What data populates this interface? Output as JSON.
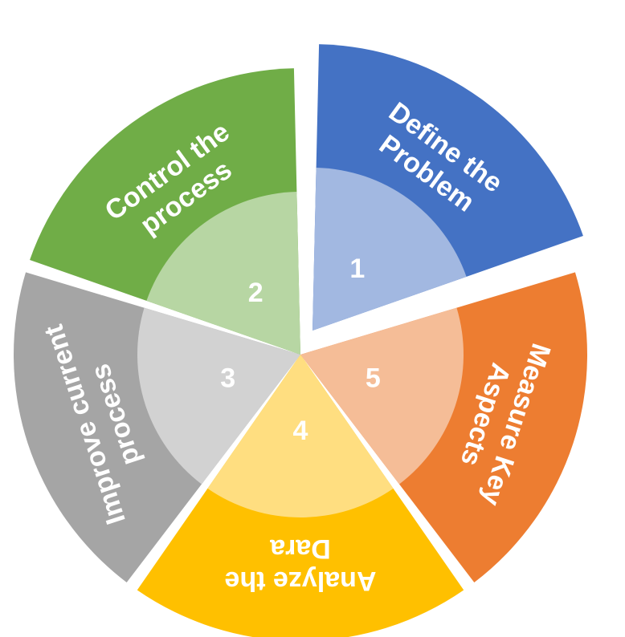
{
  "segments": [
    {
      "number": "1",
      "lines": [
        "Define the",
        "Problem"
      ],
      "color": "#4472C4",
      "inner_color": "#A2B8E1"
    },
    {
      "number": "5",
      "lines": [
        "Measure Key",
        "Aspects"
      ],
      "color": "#ED7D31",
      "inner_color": "#F5BD97"
    },
    {
      "number": "4",
      "lines": [
        "Analyze the",
        "Dara"
      ],
      "color": "#FFC000",
      "inner_color": "#FFDE80"
    },
    {
      "number": "3",
      "lines": [
        "Improve current",
        "process"
      ],
      "color": "#A5A5A5",
      "inner_color": "#D2D2D2"
    },
    {
      "number": "2",
      "lines": [
        "Control the",
        "process"
      ],
      "color": "#70AD47",
      "inner_color": "#B7D6A3"
    }
  ]
}
